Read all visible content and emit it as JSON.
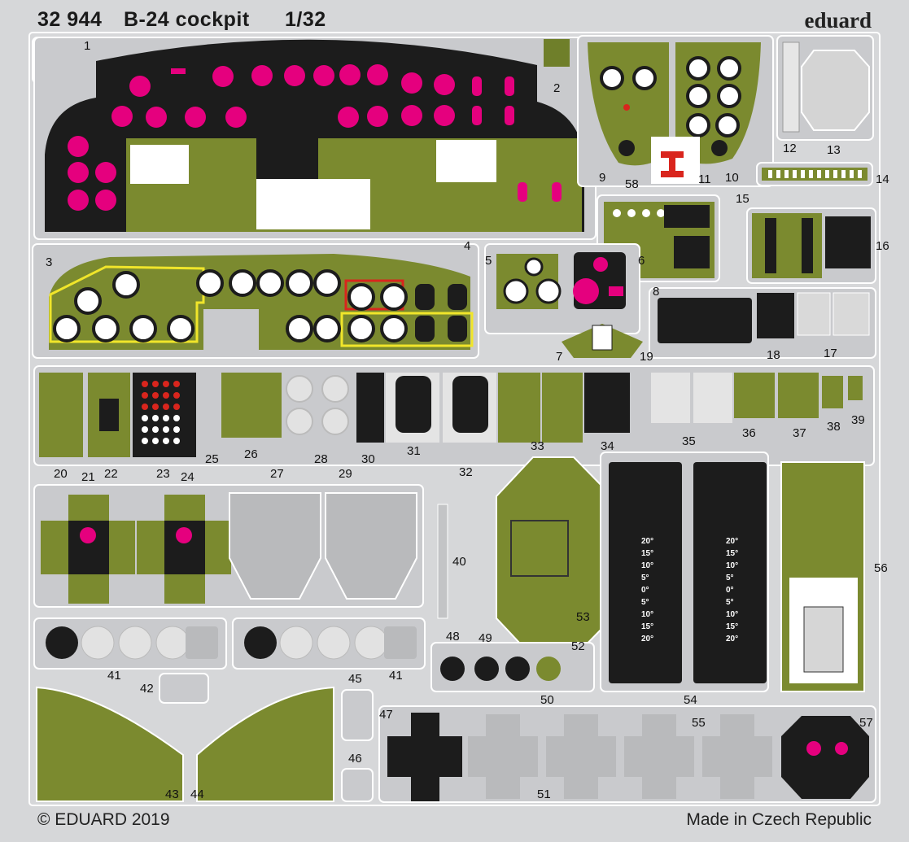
{
  "header": {
    "code": "32 944",
    "title": "B-24 cockpit",
    "scale": "1/32",
    "brand": "eduard"
  },
  "footer": {
    "copyright": "© EDUARD 2019",
    "origin": "Made in Czech Republic"
  },
  "colors": {
    "fret": "#d6d7d9",
    "frame": "#c9cacd",
    "olive": "#7b8a2f",
    "black": "#1c1c1c",
    "magenta": "#e5007e",
    "white": "#ffffff",
    "grey": "#b5b6b8",
    "yellow": "#f0e52a",
    "red": "#d9251d"
  },
  "part_numbers": [
    "1",
    "2",
    "3",
    "4",
    "5",
    "6",
    "7",
    "8",
    "9",
    "10",
    "11",
    "12",
    "13",
    "14",
    "15",
    "16",
    "17",
    "18",
    "19",
    "20",
    "21",
    "22",
    "23",
    "24",
    "25",
    "26",
    "27",
    "28",
    "29",
    "30",
    "31",
    "32",
    "33",
    "34",
    "35",
    "36",
    "37",
    "38",
    "39",
    "40",
    "41",
    "41",
    "42",
    "43",
    "44",
    "45",
    "46",
    "47",
    "48",
    "49",
    "50",
    "51",
    "52",
    "53",
    "54",
    "55",
    "56",
    "57",
    "58"
  ],
  "scale_markings": [
    "20°",
    "15°",
    "10°",
    "5°",
    "0°",
    "5°",
    "10°",
    "15°",
    "20°"
  ]
}
